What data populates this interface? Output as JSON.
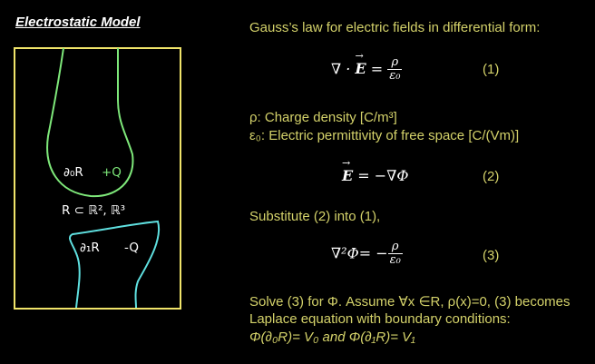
{
  "title": "Electrostatic Model",
  "colors": {
    "background": "#000000",
    "frame": "#f0e46a",
    "upper_boundary": "#7ee87a",
    "lower_boundary": "#5fe0e0",
    "text_yellow": "#d4d26a"
  },
  "diagram": {
    "upper_label": "∂₀R",
    "upper_charge": "+Q",
    "region_label": "R ⊂ ℝ², ℝ³",
    "lower_label": "∂₁R",
    "lower_charge": "-Q"
  },
  "right": {
    "intro": "Gauss’s law for electric fields in differential form:",
    "eq1": {
      "lhs": "∇ · ",
      "vec": "E",
      "mid": " = ",
      "num": "ρ",
      "den": "ε₀",
      "tag": "(1)"
    },
    "rho_def": "ρ: Charge density [C/m³]",
    "eps_def": "ε₀: Electric permittivity of free space [C/(Vm)]",
    "eq2": {
      "vec": "E",
      "rhs": " = −∇Φ",
      "tag": "(2)"
    },
    "substitute": "Substitute (2) into (1),",
    "eq3": {
      "lhs": "∇²Φ= −",
      "num": "ρ",
      "den": "ε₀",
      "tag": "(3)"
    },
    "solve1": "Solve (3) for Φ. Assume ∀x ∈R, ρ(x)=0, (3) becomes",
    "solve2": "Laplace equation with boundary conditions:",
    "solve3": "Φ(∂₀R)= V₀ and Φ(∂₁R)= V₁"
  }
}
